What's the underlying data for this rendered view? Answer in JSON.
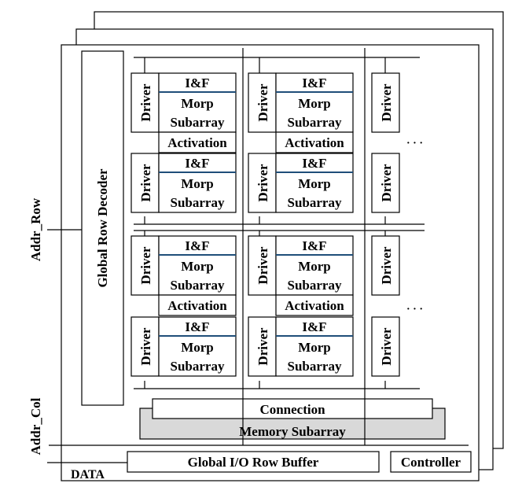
{
  "labels": {
    "global_row_decoder": "Global Row Decoder",
    "addr_row": "Addr_Row",
    "addr_col": "Addr_Col",
    "data": "DATA",
    "connection": "Connection",
    "memory_subarray": "Memory Subarray",
    "global_io_row_buffer": "Global I/O Row Buffer",
    "controller": "Controller",
    "ellipsis": "· · ·"
  },
  "block": {
    "driver": "Driver",
    "if": "I&F",
    "morp": "Morp",
    "subarray": "Subarray",
    "activation": "Activation"
  },
  "colors": {
    "stroke": "#000000",
    "subarray_separator": "#1f4e79",
    "memory_subarray_fill": "#d9d9d9",
    "background": "#ffffff"
  }
}
